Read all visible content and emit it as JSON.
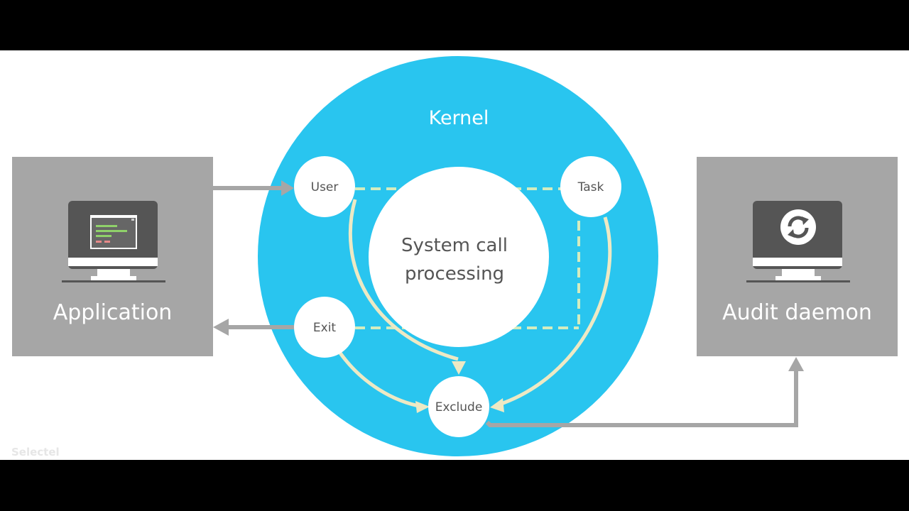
{
  "diagram": {
    "kernel_label": "Kernel",
    "center_label_line1": "System call",
    "center_label_line2": "processing",
    "nodes": {
      "user": "User",
      "task": "Task",
      "exit": "Exit",
      "exclude": "Exclude"
    },
    "application_label": "Application",
    "audit_label": "Audit daemon",
    "watermark": "Selectel"
  },
  "colors": {
    "kernel": "#29c5ef",
    "panel": "#a6a6a6",
    "arrow_gray": "#a6a6a6",
    "flow_arrow": "#ede9c4",
    "dashed_line": "#d3ecbf"
  },
  "icons": {
    "application": "monitor-code-icon",
    "audit": "monitor-sync-icon"
  }
}
